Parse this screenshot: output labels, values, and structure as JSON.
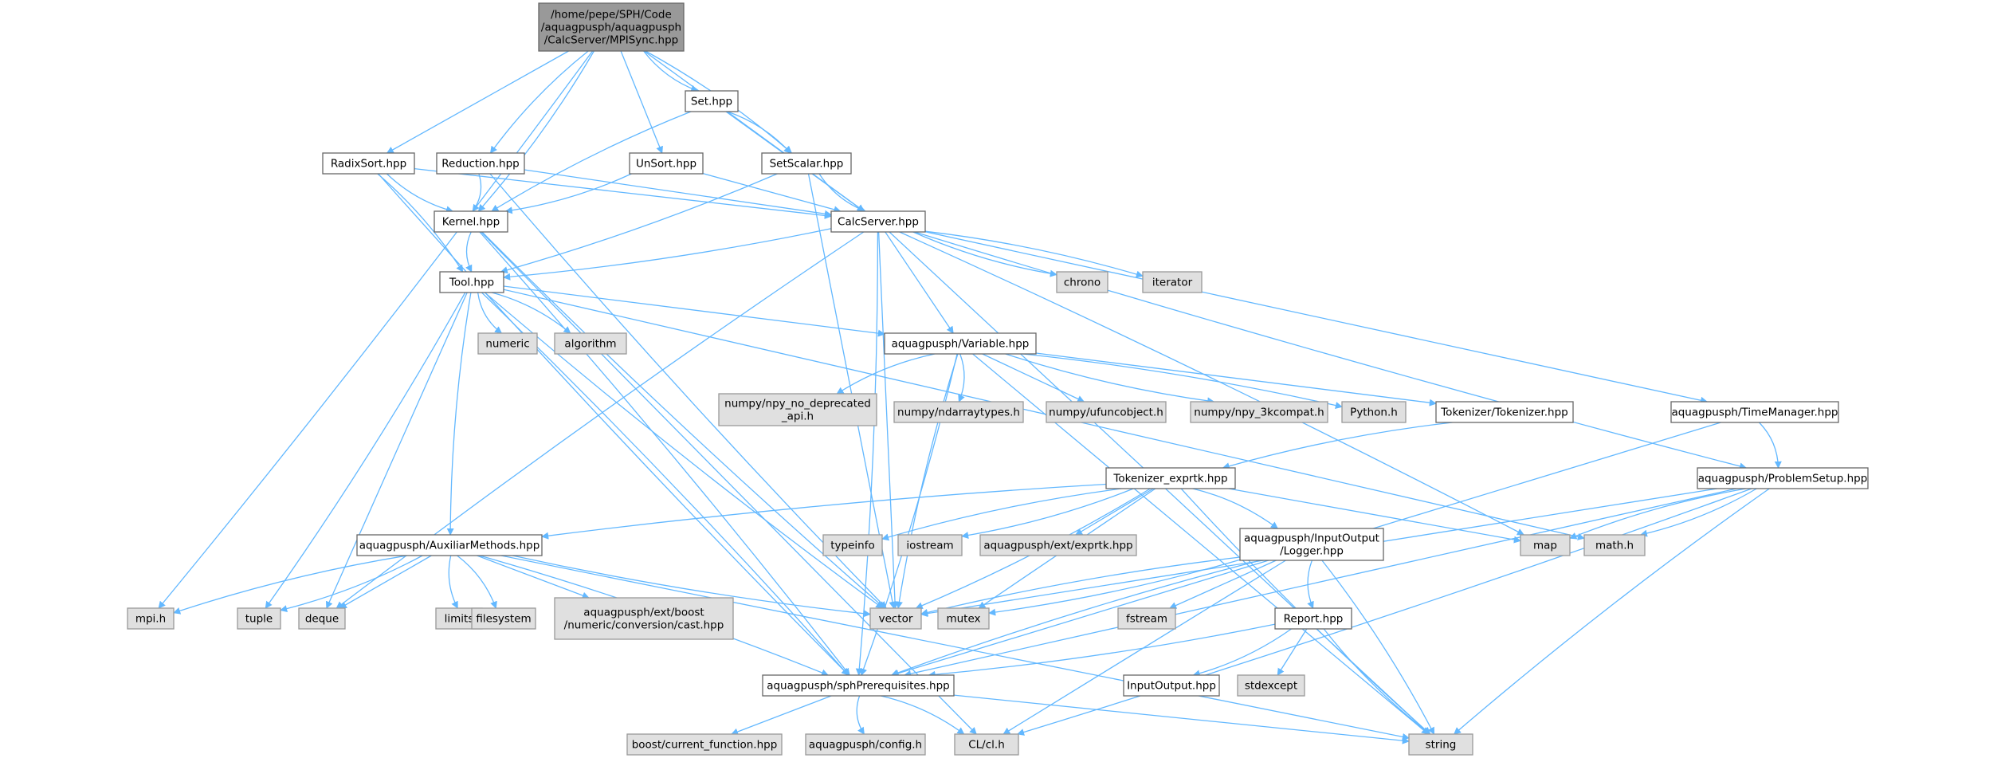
{
  "colors": {
    "edge": "#63b8ff",
    "root_fill": "#999999",
    "internal_fill": "#ffffff",
    "internal_stroke": "#666666",
    "system_fill": "#e0e0e0",
    "system_stroke": "#999999"
  },
  "nodes": [
    {
      "id": "mpisync",
      "kind": "root",
      "lines": [
        "/home/pepe/SPH/Code",
        "/aquagpusph/aquagpusph",
        "/CalcServer/MPISync.hpp"
      ]
    },
    {
      "id": "set",
      "kind": "internal",
      "lines": [
        "Set.hpp"
      ]
    },
    {
      "id": "radixsort",
      "kind": "internal",
      "lines": [
        "RadixSort.hpp"
      ]
    },
    {
      "id": "reduction",
      "kind": "internal",
      "lines": [
        "Reduction.hpp"
      ]
    },
    {
      "id": "unsort",
      "kind": "internal",
      "lines": [
        "UnSort.hpp"
      ]
    },
    {
      "id": "setscalar",
      "kind": "internal",
      "lines": [
        "SetScalar.hpp"
      ]
    },
    {
      "id": "kernel",
      "kind": "internal",
      "lines": [
        "Kernel.hpp"
      ]
    },
    {
      "id": "calcserver",
      "kind": "internal",
      "lines": [
        "CalcServer.hpp"
      ]
    },
    {
      "id": "tool",
      "kind": "internal",
      "lines": [
        "Tool.hpp"
      ]
    },
    {
      "id": "chrono",
      "kind": "system",
      "lines": [
        "chrono"
      ]
    },
    {
      "id": "iterator",
      "kind": "system",
      "lines": [
        "iterator"
      ]
    },
    {
      "id": "numeric",
      "kind": "system",
      "lines": [
        "numeric"
      ]
    },
    {
      "id": "algorithm",
      "kind": "system",
      "lines": [
        "algorithm"
      ]
    },
    {
      "id": "variable",
      "kind": "internal",
      "lines": [
        "aquagpusph/Variable.hpp"
      ]
    },
    {
      "id": "npy_nodep",
      "kind": "system",
      "lines": [
        "numpy/npy_no_deprecated",
        "_api.h"
      ]
    },
    {
      "id": "ndarraytypes",
      "kind": "system",
      "lines": [
        "numpy/ndarraytypes.h"
      ]
    },
    {
      "id": "ufuncobject",
      "kind": "system",
      "lines": [
        "numpy/ufuncobject.h"
      ]
    },
    {
      "id": "npy3k",
      "kind": "system",
      "lines": [
        "numpy/npy_3kcompat.h"
      ]
    },
    {
      "id": "python",
      "kind": "system",
      "lines": [
        "Python.h"
      ]
    },
    {
      "id": "tokenizer",
      "kind": "internal",
      "lines": [
        "Tokenizer/Tokenizer.hpp"
      ]
    },
    {
      "id": "timemanager",
      "kind": "internal",
      "lines": [
        "aquagpusph/TimeManager.hpp"
      ]
    },
    {
      "id": "tokexprtk",
      "kind": "internal",
      "lines": [
        "Tokenizer_exprtk.hpp"
      ]
    },
    {
      "id": "problemsetup",
      "kind": "internal",
      "lines": [
        "aquagpusph/ProblemSetup.hpp"
      ]
    },
    {
      "id": "typeinfo",
      "kind": "system",
      "lines": [
        "typeinfo"
      ]
    },
    {
      "id": "iostream",
      "kind": "system",
      "lines": [
        "iostream"
      ]
    },
    {
      "id": "exprtk",
      "kind": "system",
      "lines": [
        "aquagpusph/ext/exprtk.hpp"
      ]
    },
    {
      "id": "auxiliar",
      "kind": "internal",
      "lines": [
        "aquagpusph/AuxiliarMethods.hpp"
      ]
    },
    {
      "id": "logger",
      "kind": "internal",
      "lines": [
        "aquagpusph/InputOutput",
        "/Logger.hpp"
      ]
    },
    {
      "id": "map",
      "kind": "system",
      "lines": [
        "map"
      ]
    },
    {
      "id": "mathh",
      "kind": "system",
      "lines": [
        "math.h"
      ]
    },
    {
      "id": "mpih",
      "kind": "system",
      "lines": [
        "mpi.h"
      ]
    },
    {
      "id": "tuple",
      "kind": "system",
      "lines": [
        "tuple"
      ]
    },
    {
      "id": "deque",
      "kind": "system",
      "lines": [
        "deque"
      ]
    },
    {
      "id": "limits",
      "kind": "system",
      "lines": [
        "limits"
      ]
    },
    {
      "id": "filesystem",
      "kind": "system",
      "lines": [
        "filesystem"
      ]
    },
    {
      "id": "boostcast",
      "kind": "system",
      "lines": [
        "aquagpusph/ext/boost",
        "/numeric/conversion/cast.hpp"
      ]
    },
    {
      "id": "vector",
      "kind": "system",
      "lines": [
        "vector"
      ]
    },
    {
      "id": "mutex",
      "kind": "system",
      "lines": [
        "mutex"
      ]
    },
    {
      "id": "fstream",
      "kind": "system",
      "lines": [
        "fstream"
      ]
    },
    {
      "id": "report",
      "kind": "internal",
      "lines": [
        "Report.hpp"
      ]
    },
    {
      "id": "sphprereq",
      "kind": "internal",
      "lines": [
        "aquagpusph/sphPrerequisites.hpp"
      ]
    },
    {
      "id": "inputoutput",
      "kind": "internal",
      "lines": [
        "InputOutput.hpp"
      ]
    },
    {
      "id": "stdexcept",
      "kind": "system",
      "lines": [
        "stdexcept"
      ]
    },
    {
      "id": "boostfunc",
      "kind": "system",
      "lines": [
        "boost/current_function.hpp"
      ]
    },
    {
      "id": "config",
      "kind": "system",
      "lines": [
        "aquagpusph/config.h"
      ]
    },
    {
      "id": "clh",
      "kind": "system",
      "lines": [
        "CL/cl.h"
      ]
    },
    {
      "id": "string",
      "kind": "system",
      "lines": [
        "string"
      ]
    }
  ],
  "edges": [
    [
      "mpisync",
      "mpih"
    ],
    [
      "mpisync",
      "radixsort"
    ],
    [
      "mpisync",
      "reduction"
    ],
    [
      "mpisync",
      "kernel"
    ],
    [
      "mpisync",
      "unsort"
    ],
    [
      "mpisync",
      "set"
    ],
    [
      "mpisync",
      "setscalar"
    ],
    [
      "mpisync",
      "calcserver"
    ],
    [
      "set",
      "kernel"
    ],
    [
      "set",
      "setscalar"
    ],
    [
      "set",
      "calcserver"
    ],
    [
      "radixsort",
      "kernel"
    ],
    [
      "radixsort",
      "tool"
    ],
    [
      "radixsort",
      "calcserver"
    ],
    [
      "radixsort",
      "sphprereq"
    ],
    [
      "reduction",
      "kernel"
    ],
    [
      "reduction",
      "calcserver"
    ],
    [
      "reduction",
      "vector"
    ],
    [
      "unsort",
      "kernel"
    ],
    [
      "unsort",
      "calcserver"
    ],
    [
      "setscalar",
      "calcserver"
    ],
    [
      "setscalar",
      "tool"
    ],
    [
      "setscalar",
      "vector"
    ],
    [
      "kernel",
      "tool"
    ],
    [
      "kernel",
      "sphprereq"
    ],
    [
      "kernel",
      "clh"
    ],
    [
      "kernel",
      "vector"
    ],
    [
      "calcserver",
      "tool"
    ],
    [
      "calcserver",
      "variable"
    ],
    [
      "calcserver",
      "chrono"
    ],
    [
      "calcserver",
      "iterator"
    ],
    [
      "calcserver",
      "timemanager"
    ],
    [
      "calcserver",
      "problemsetup"
    ],
    [
      "calcserver",
      "map"
    ],
    [
      "calcserver",
      "string"
    ],
    [
      "calcserver",
      "deque"
    ],
    [
      "calcserver",
      "sphprereq"
    ],
    [
      "calcserver",
      "vector"
    ],
    [
      "tool",
      "numeric"
    ],
    [
      "tool",
      "algorithm"
    ],
    [
      "tool",
      "variable"
    ],
    [
      "tool",
      "auxiliar"
    ],
    [
      "tool",
      "tuple"
    ],
    [
      "tool",
      "deque"
    ],
    [
      "tool",
      "vector"
    ],
    [
      "tool",
      "sphprereq"
    ],
    [
      "tool",
      "mathh"
    ],
    [
      "variable",
      "npy_nodep"
    ],
    [
      "variable",
      "ndarraytypes"
    ],
    [
      "variable",
      "ufuncobject"
    ],
    [
      "variable",
      "npy3k"
    ],
    [
      "variable",
      "python"
    ],
    [
      "variable",
      "tokenizer"
    ],
    [
      "variable",
      "vector"
    ],
    [
      "variable",
      "sphprereq"
    ],
    [
      "variable",
      "string"
    ],
    [
      "tokenizer",
      "tokexprtk"
    ],
    [
      "timemanager",
      "problemsetup"
    ],
    [
      "timemanager",
      "sphprereq"
    ],
    [
      "tokexprtk",
      "typeinfo"
    ],
    [
      "tokexprtk",
      "iostream"
    ],
    [
      "tokexprtk",
      "exprtk"
    ],
    [
      "tokexprtk",
      "auxiliar"
    ],
    [
      "tokexprtk",
      "logger"
    ],
    [
      "tokexprtk",
      "map"
    ],
    [
      "tokexprtk",
      "string"
    ],
    [
      "tokexprtk",
      "vector"
    ],
    [
      "tokexprtk",
      "mutex"
    ],
    [
      "problemsetup",
      "map"
    ],
    [
      "problemsetup",
      "mathh"
    ],
    [
      "problemsetup",
      "vector"
    ],
    [
      "problemsetup",
      "string"
    ],
    [
      "problemsetup",
      "clh"
    ],
    [
      "problemsetup",
      "sphprereq"
    ],
    [
      "auxiliar",
      "mpih"
    ],
    [
      "auxiliar",
      "tuple"
    ],
    [
      "auxiliar",
      "deque"
    ],
    [
      "auxiliar",
      "limits"
    ],
    [
      "auxiliar",
      "filesystem"
    ],
    [
      "auxiliar",
      "boostcast"
    ],
    [
      "auxiliar",
      "vector"
    ],
    [
      "auxiliar",
      "sphprereq"
    ],
    [
      "auxiliar",
      "string"
    ],
    [
      "logger",
      "vector"
    ],
    [
      "logger",
      "mutex"
    ],
    [
      "logger",
      "fstream"
    ],
    [
      "logger",
      "report"
    ],
    [
      "logger",
      "string"
    ],
    [
      "logger",
      "clh"
    ],
    [
      "logger",
      "sphprereq"
    ],
    [
      "report",
      "inputoutput"
    ],
    [
      "report",
      "stdexcept"
    ],
    [
      "report",
      "string"
    ],
    [
      "report",
      "sphprereq"
    ],
    [
      "sphprereq",
      "boostfunc"
    ],
    [
      "sphprereq",
      "config"
    ],
    [
      "sphprereq",
      "clh"
    ],
    [
      "sphprereq",
      "string"
    ]
  ]
}
